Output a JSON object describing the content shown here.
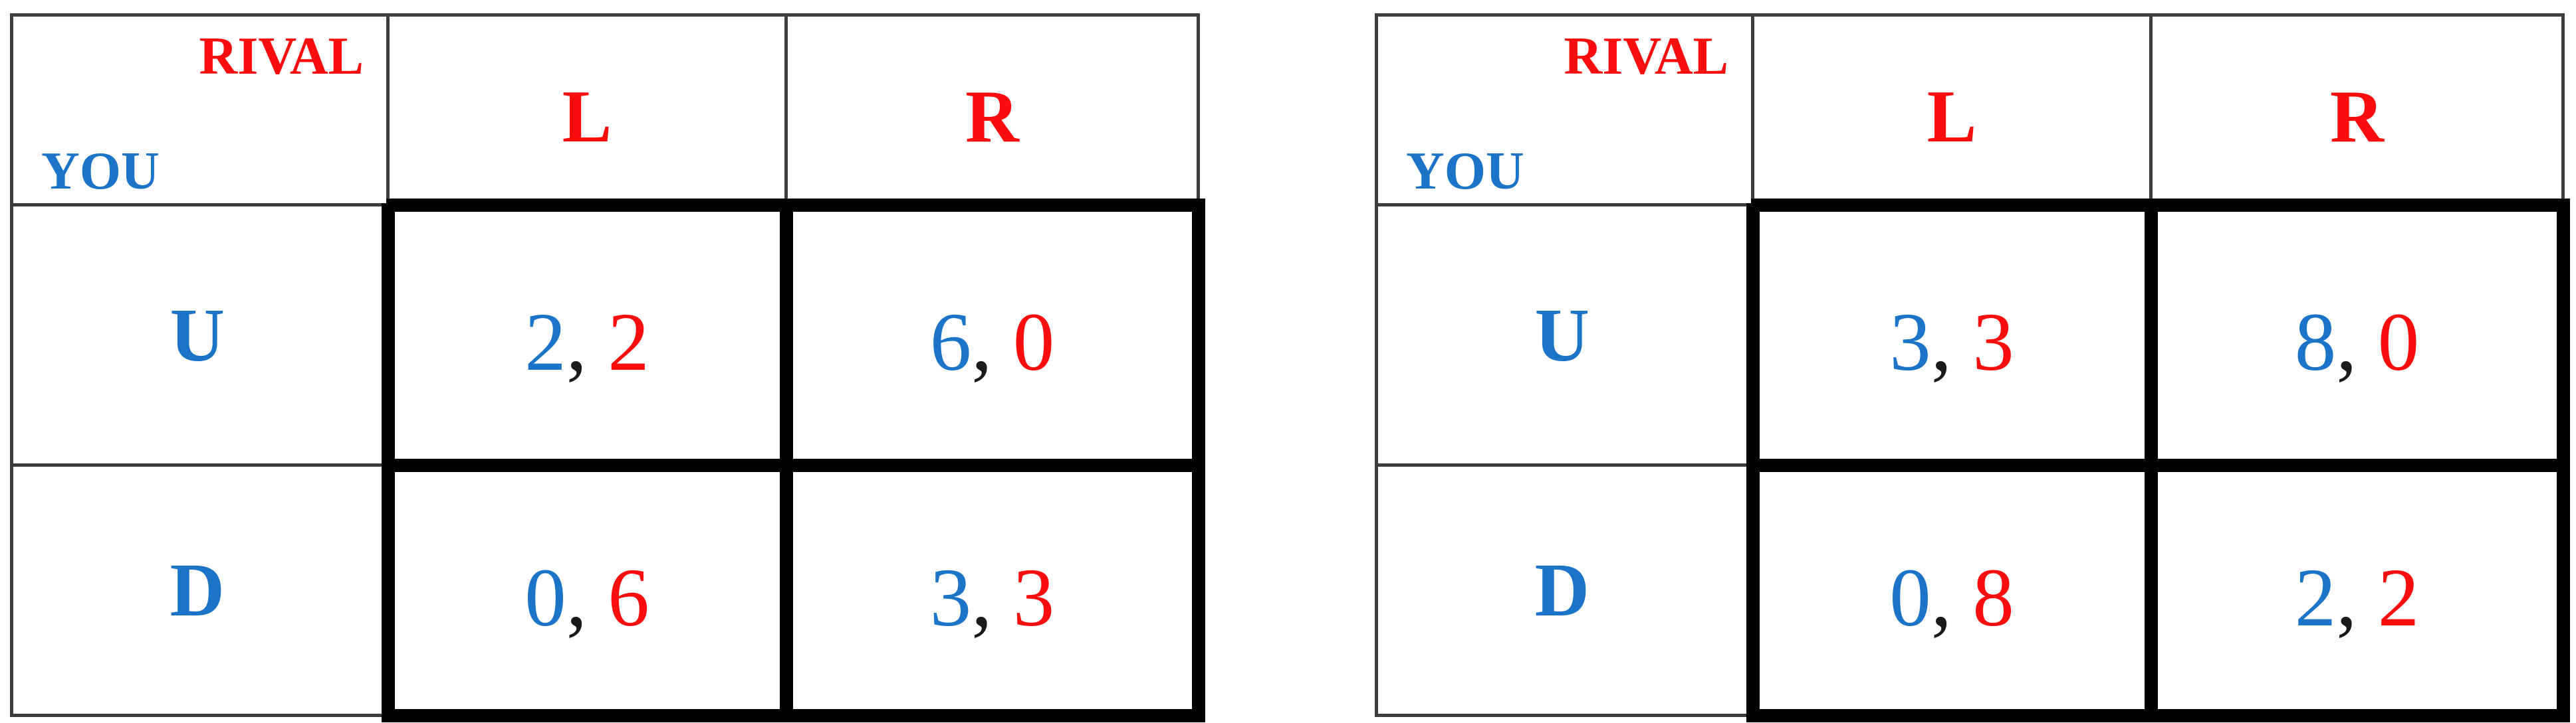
{
  "colors": {
    "rival": "#fb0d0d",
    "you": "#1b74c8",
    "comma": "#1a1a1a",
    "thin_border": "#3d3d3d",
    "thick_border": "#000000",
    "page_bg": "#ffffff"
  },
  "tables": [
    {
      "name": "left-game",
      "corner": {
        "col_player": "RIVAL",
        "row_player": "YOU"
      },
      "col_headers": [
        "L",
        "R"
      ],
      "row_headers": [
        "U",
        "D"
      ],
      "separator": ", ",
      "payoffs": [
        [
          {
            "you": "2",
            "rival": "2"
          },
          {
            "you": "6",
            "rival": "0"
          }
        ],
        [
          {
            "you": "0",
            "rival": "6"
          },
          {
            "you": "3",
            "rival": "3"
          }
        ]
      ]
    },
    {
      "name": "right-game",
      "corner": {
        "col_player": "RIVAL",
        "row_player": "YOU"
      },
      "col_headers": [
        "L",
        "R"
      ],
      "row_headers": [
        "U",
        "D"
      ],
      "separator": ", ",
      "payoffs": [
        [
          {
            "you": "3",
            "rival": "3"
          },
          {
            "you": "8",
            "rival": "0"
          }
        ],
        [
          {
            "you": "0",
            "rival": "8"
          },
          {
            "you": "2",
            "rival": "2"
          }
        ]
      ]
    }
  ]
}
